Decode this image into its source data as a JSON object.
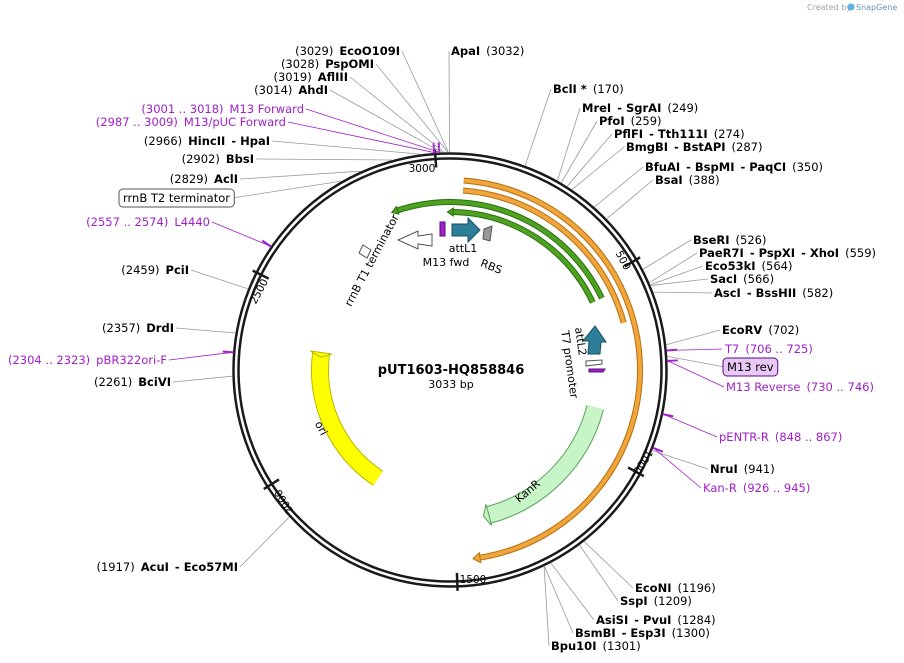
{
  "app": {
    "credit": "Created by",
    "brand": "SnapGene",
    "logo_icon": "snapgene-logo-icon"
  },
  "plasmid": {
    "name": "pUT1603-HQ858846",
    "size_label": "3033 bp",
    "length": 3033
  },
  "ruler": [
    {
      "label": "500",
      "pos": 500
    },
    {
      "label": "1000",
      "pos": 1000
    },
    {
      "label": "1500",
      "pos": 1500
    },
    {
      "label": "2000",
      "pos": 2000
    },
    {
      "label": "2500",
      "pos": 2500
    },
    {
      "label": "3000",
      "pos": 3000
    }
  ],
  "sites": [
    {
      "parts": [
        [
          "(3029)",
          "n"
        ],
        [
          "EcoO109I",
          "b"
        ]
      ],
      "pos": 3029
    },
    {
      "parts": [
        [
          "(3028)",
          "n"
        ],
        [
          "PspOMI",
          "b"
        ]
      ],
      "pos": 3028
    },
    {
      "parts": [
        [
          "(3019)",
          "n"
        ],
        [
          "AflIII",
          "b"
        ]
      ],
      "pos": 3019
    },
    {
      "parts": [
        [
          "(3014)",
          "n"
        ],
        [
          "AhdI",
          "b"
        ]
      ],
      "pos": 3014
    },
    {
      "parts": [
        [
          "(3001 .. 3018)",
          "p"
        ],
        [
          "M13 Forward",
          "p"
        ]
      ],
      "pos": 3009
    },
    {
      "parts": [
        [
          "(2987 .. 3009)",
          "p"
        ],
        [
          "M13/pUC Forward",
          "p"
        ]
      ],
      "pos": 2998
    },
    {
      "parts": [
        [
          "(2966)",
          "n"
        ],
        [
          "HincII",
          "b"
        ],
        [
          "- HpaI",
          "b"
        ]
      ],
      "pos": 2966
    },
    {
      "parts": [
        [
          "(2902)",
          "n"
        ],
        [
          "BbsI",
          "b"
        ]
      ],
      "pos": 2902
    },
    {
      "parts": [
        [
          "(2829)",
          "n"
        ],
        [
          "AclI",
          "b"
        ]
      ],
      "pos": 2829
    },
    {
      "parts": [
        [
          "rrnB T2 terminator",
          "n"
        ]
      ],
      "pos": 2780,
      "boxed": true
    },
    {
      "parts": [
        [
          "(2557 .. 2574)",
          "p"
        ],
        [
          "L4440",
          "p"
        ]
      ],
      "pos": 2566
    },
    {
      "parts": [
        [
          "(2459)",
          "n"
        ],
        [
          "PciI",
          "b"
        ]
      ],
      "pos": 2459
    },
    {
      "parts": [
        [
          "(2357)",
          "n"
        ],
        [
          "DrdI",
          "b"
        ]
      ],
      "pos": 2357
    },
    {
      "parts": [
        [
          "(2304 .. 2323)",
          "p"
        ],
        [
          "pBR322ori-F",
          "p"
        ]
      ],
      "pos": 2314
    },
    {
      "parts": [
        [
          "(2261)",
          "n"
        ],
        [
          "BciVI",
          "b"
        ]
      ],
      "pos": 2261
    },
    {
      "parts": [
        [
          "(1917)",
          "n"
        ],
        [
          "AcuI",
          "b"
        ],
        [
          "- Eco57MI",
          "b"
        ]
      ],
      "pos": 1917
    },
    {
      "parts": [
        [
          "ApaI",
          "b"
        ],
        [
          "(3032)",
          "n"
        ]
      ],
      "pos": 3032
    },
    {
      "parts": [
        [
          "BclI *",
          "b"
        ],
        [
          "(170)",
          "n"
        ]
      ],
      "pos": 170
    },
    {
      "parts": [
        [
          "MreI",
          "b"
        ],
        [
          "- SgrAI",
          "b"
        ],
        [
          "(249)",
          "n"
        ]
      ],
      "pos": 249
    },
    {
      "parts": [
        [
          "PfoI",
          "b"
        ],
        [
          "(259)",
          "n"
        ]
      ],
      "pos": 259
    },
    {
      "parts": [
        [
          "PflFI",
          "b"
        ],
        [
          "- Tth111I",
          "b"
        ],
        [
          "(274)",
          "n"
        ]
      ],
      "pos": 274
    },
    {
      "parts": [
        [
          "BmgBI",
          "b"
        ],
        [
          "- BstAPI",
          "b"
        ],
        [
          "(287)",
          "n"
        ]
      ],
      "pos": 287
    },
    {
      "parts": [
        [
          "BfuAI",
          "b"
        ],
        [
          "- BspMI",
          "b"
        ],
        [
          "- PaqCI",
          "b"
        ],
        [
          "(350)",
          "n"
        ]
      ],
      "pos": 350
    },
    {
      "parts": [
        [
          "BsaI",
          "b"
        ],
        [
          "(388)",
          "n"
        ]
      ],
      "pos": 388
    },
    {
      "parts": [
        [
          "BseRI",
          "b"
        ],
        [
          "(526)",
          "n"
        ]
      ],
      "pos": 526
    },
    {
      "parts": [
        [
          "PaeR7I",
          "b"
        ],
        [
          "- PspXI",
          "b"
        ],
        [
          "- XhoI",
          "b"
        ],
        [
          "(559)",
          "n"
        ]
      ],
      "pos": 559
    },
    {
      "parts": [
        [
          "Eco53kI",
          "b"
        ],
        [
          "(564)",
          "n"
        ]
      ],
      "pos": 564
    },
    {
      "parts": [
        [
          "SacI",
          "b"
        ],
        [
          "(566)",
          "n"
        ]
      ],
      "pos": 566
    },
    {
      "parts": [
        [
          "AscI",
          "b"
        ],
        [
          "- BssHII",
          "b"
        ],
        [
          "(582)",
          "n"
        ]
      ],
      "pos": 582
    },
    {
      "parts": [
        [
          "EcoRV",
          "b"
        ],
        [
          "(702)",
          "n"
        ]
      ],
      "pos": 702
    },
    {
      "parts": [
        [
          "T7",
          "p"
        ],
        [
          "(706 .. 725)",
          "p"
        ]
      ],
      "pos": 715
    },
    {
      "parts": [
        [
          "M13 rev",
          "n"
        ]
      ],
      "pos": 728,
      "boxed": true,
      "highlight": true
    },
    {
      "parts": [
        [
          "M13 Reverse",
          "p"
        ],
        [
          "(730 .. 746)",
          "p"
        ]
      ],
      "pos": 738
    },
    {
      "parts": [
        [
          "pENTR-R",
          "p"
        ],
        [
          "(848 .. 867)",
          "p"
        ]
      ],
      "pos": 857
    },
    {
      "parts": [
        [
          "NruI",
          "b"
        ],
        [
          "(941)",
          "n"
        ]
      ],
      "pos": 941
    },
    {
      "parts": [
        [
          "Kan-R",
          "p"
        ],
        [
          "(926 .. 945)",
          "p"
        ]
      ],
      "pos": 935
    },
    {
      "parts": [
        [
          "EcoNI",
          "b"
        ],
        [
          "(1196)",
          "n"
        ]
      ],
      "pos": 1196
    },
    {
      "parts": [
        [
          "SspI",
          "b"
        ],
        [
          "(1209)",
          "n"
        ]
      ],
      "pos": 1209
    },
    {
      "parts": [
        [
          "AsiSI",
          "b"
        ],
        [
          "- PvuI",
          "b"
        ],
        [
          "(1284)",
          "n"
        ]
      ],
      "pos": 1284
    },
    {
      "parts": [
        [
          "BsmBI",
          "b"
        ],
        [
          "- Esp3I",
          "b"
        ],
        [
          "(1300)",
          "n"
        ]
      ],
      "pos": 1300
    },
    {
      "parts": [
        [
          "Bpu10I",
          "b"
        ],
        [
          "(1301)",
          "n"
        ]
      ],
      "pos": 1301
    }
  ],
  "features": [
    {
      "label": "rrnB T1 terminator",
      "start": 2880,
      "end": 2905,
      "type": "terminator"
    },
    {
      "label": "M13 fwd",
      "start": 2990,
      "end": 3010,
      "type": "primer"
    },
    {
      "label": "attL1",
      "start": 3000,
      "end": 60,
      "type": "att"
    },
    {
      "label": "RBS",
      "start": 85,
      "end": 100,
      "type": "rbs"
    },
    {
      "label": "T7 promoter",
      "start": 700,
      "end": 720,
      "type": "promoter"
    },
    {
      "label": "attL2",
      "start": 590,
      "end": 690,
      "type": "att"
    },
    {
      "label": "KanR",
      "start": 1390,
      "end": 860,
      "type": "cds"
    },
    {
      "label": "ori",
      "start": 2388,
      "end": 1800,
      "type": "ori"
    }
  ],
  "colors": {
    "backbone": "#1a1a1a",
    "orange": "#f0a63a",
    "green": "#4da21f",
    "kanr": "#c8f5c8",
    "ori": "#ffff00",
    "att": "#2d7e99",
    "primer": "#a020c8"
  }
}
